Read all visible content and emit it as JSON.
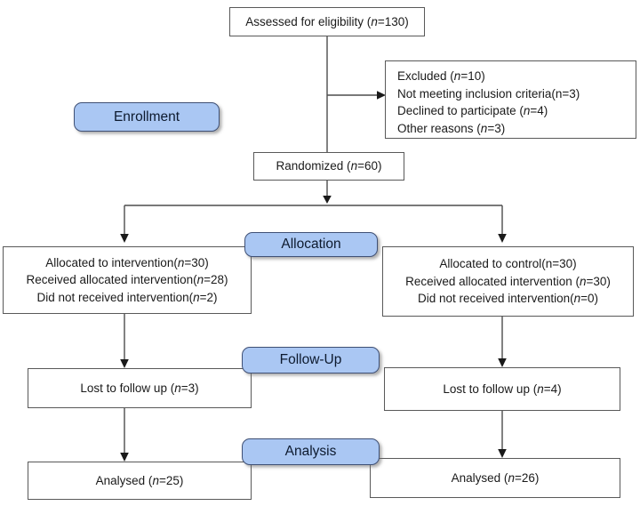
{
  "colors": {
    "pill_fill": "#aac7f3",
    "pill_border": "#3f5075",
    "box_border": "#595959",
    "connector": "#404040",
    "text": "#1a1a1a"
  },
  "stages": {
    "enrollment": "Enrollment",
    "allocation": "Allocation",
    "followup": "Follow-Up",
    "analysis": "Analysis"
  },
  "boxes": {
    "assessed": {
      "lines": [
        "Assessed for eligibility (*n*=130)"
      ]
    },
    "excluded": {
      "lines": [
        "Excluded (*n*=10)",
        "Not meeting inclusion criteria(n=3)",
        "Declined to participate (*n*=4)",
        "Other reasons (*n*=3)"
      ]
    },
    "randomized": {
      "lines": [
        "Randomized (*n*=60)"
      ]
    },
    "allocation_intervention": {
      "lines": [
        "Allocated to intervention(*n*=30)",
        "Received allocated intervention(*n*=28)",
        "Did not received intervention(*n*=2)"
      ]
    },
    "allocation_control": {
      "lines": [
        "Allocated to control(n=30)",
        "Received allocated intervention (*n*=30)",
        "Did not received intervention(*n*=0)"
      ]
    },
    "followup_intervention": {
      "lines": [
        "Lost to follow up (*n*=3)"
      ]
    },
    "followup_control": {
      "lines": [
        "Lost to follow up (*n*=4)"
      ]
    },
    "analysis_intervention": {
      "lines": [
        "Analysed (*n*=25)"
      ]
    },
    "analysis_control": {
      "lines": [
        "Analysed (*n*=26)"
      ]
    }
  }
}
